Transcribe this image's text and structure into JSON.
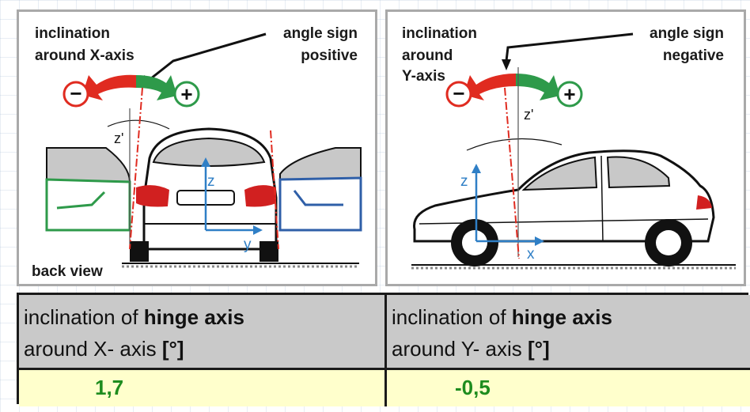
{
  "left_panel": {
    "title_line1": "inclination",
    "title_line2": "around X-axis",
    "sign_line1": "angle sign",
    "sign_line2": "positive",
    "minus_symbol": "−",
    "plus_symbol": "+",
    "z_prime_label": "z'",
    "z_axis_label": "z",
    "y_axis_label": "y",
    "view_label": "back view"
  },
  "right_panel": {
    "title_line1": "inclination",
    "title_line2": "around",
    "title_line3": "Y-axis",
    "sign_line1": "angle sign",
    "sign_line2": "negative",
    "minus_symbol": "−",
    "plus_symbol": "+",
    "z_prime_label": "z'",
    "z_axis_label": "z",
    "x_axis_label": "x"
  },
  "table": {
    "col1_head_prefix": "inclination of ",
    "col1_head_bold": "hinge axis",
    "col1_head_line2": "around X- axis ",
    "col1_unit": "[°]",
    "col2_head_prefix": "inclination of ",
    "col2_head_bold": "hinge axis",
    "col2_head_line2": "around   Y- axis ",
    "col2_unit": "[°]",
    "value_x": "1,7",
    "value_y": "-0,5"
  },
  "colors": {
    "arrow_red": "#e02b20",
    "arrow_green": "#2e9a4a",
    "axis_blue": "#2f7fc6",
    "value_green": "#1e8c1e",
    "value_bg": "#ffffcc",
    "header_bg": "#c9c9c9"
  }
}
